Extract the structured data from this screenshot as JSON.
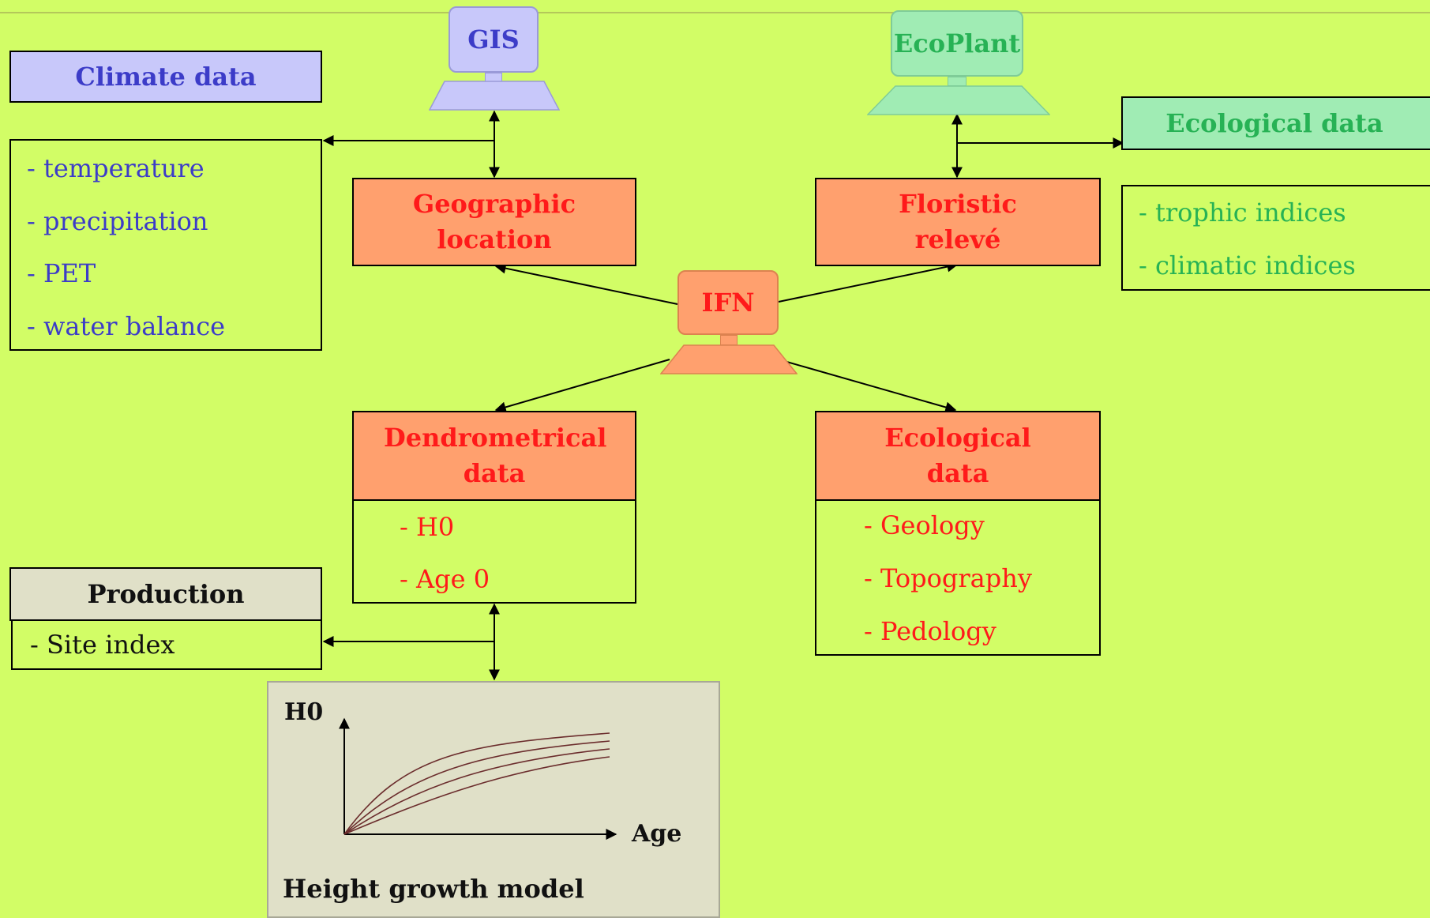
{
  "computers": {
    "gis": {
      "label": "GIS"
    },
    "ecoplant": {
      "label": "EcoPlant"
    },
    "ifn": {
      "label": "IFN"
    }
  },
  "climate": {
    "title": "Climate data",
    "items": [
      "- temperature",
      "- precipitation",
      "- PET",
      "- water balance"
    ]
  },
  "ecological_left": {
    "title": "Ecological data",
    "items": [
      "- trophic indices",
      "- climatic indices"
    ]
  },
  "geographic": {
    "title": "Geographic location"
  },
  "floristic": {
    "title": "Floristic relevé"
  },
  "dendro": {
    "title": "Dendrometrical data",
    "items": [
      "- H0",
      "- Age 0"
    ]
  },
  "ecological_ifn": {
    "title": "Ecological data",
    "items": [
      "- Geology",
      "- Topography",
      "- Pedology"
    ]
  },
  "production": {
    "title": "Production",
    "items": [
      "- Site index"
    ]
  },
  "growth_model": {
    "y_label": "H0",
    "x_label": "Age",
    "title": "Height growth model"
  },
  "colors": {
    "background": "#d2fd66",
    "climate": "#c8c8fa",
    "ecoplant": "#a0ecb4",
    "ifn": "#ffa06e",
    "production": "#e0e0c8"
  }
}
